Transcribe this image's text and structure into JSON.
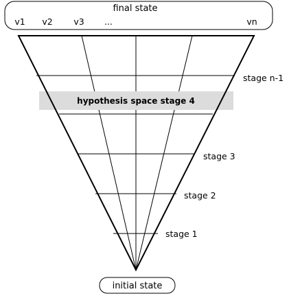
{
  "final_state": {
    "title": "final state",
    "values": [
      "v1",
      "v2",
      "v3",
      "...",
      "vn"
    ]
  },
  "initial_state": {
    "label": "initial state"
  },
  "stages": {
    "stage_n_minus_1": "stage n-1",
    "highlighted": "hypothesis space stage 4",
    "stage_3": "stage 3",
    "stage_2": "stage 2",
    "stage_1": "stage 1"
  },
  "colors": {
    "highlight_band": "#dcdcdc",
    "lines": "#000000"
  }
}
